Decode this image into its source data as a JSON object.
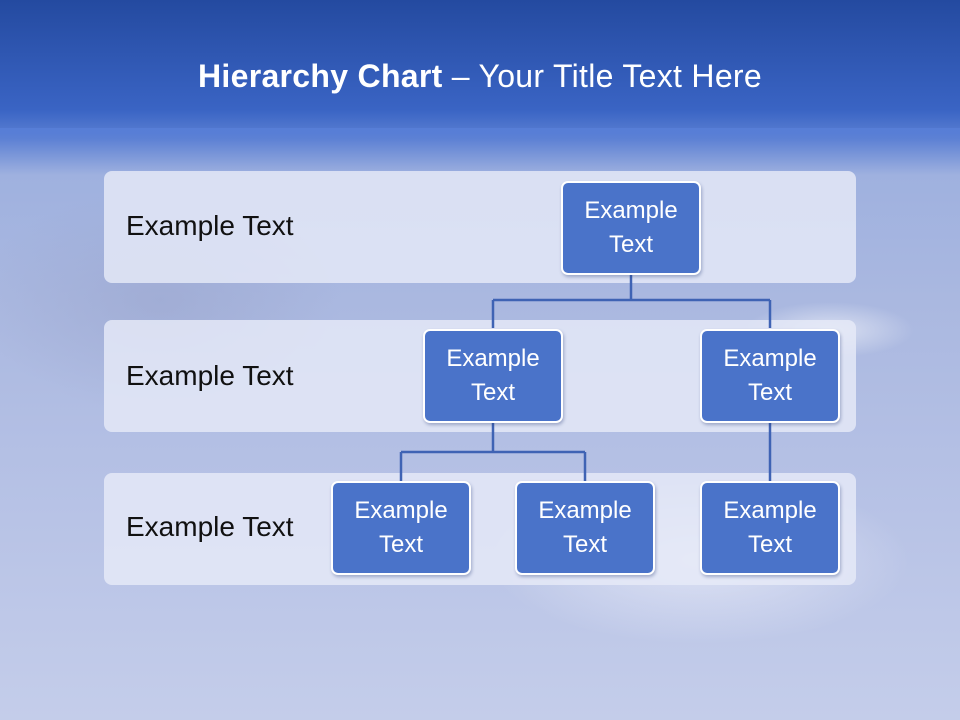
{
  "title": {
    "bold": "Hierarchy Chart",
    "rest": " – Your Title Text Here"
  },
  "bands": [
    {
      "label": "Example Text"
    },
    {
      "label": "Example Text"
    },
    {
      "label": "Example Text"
    }
  ],
  "nodes": {
    "root": {
      "line1": "Example",
      "line2": "Text"
    },
    "level2_left": {
      "line1": "Example",
      "line2": "Text"
    },
    "level2_right": {
      "line1": "Example",
      "line2": "Text"
    },
    "level3_1": {
      "line1": "Example",
      "line2": "Text"
    },
    "level3_2": {
      "line1": "Example",
      "line2": "Text"
    },
    "level3_3": {
      "line1": "Example",
      "line2": "Text"
    }
  },
  "colors": {
    "node_fill": "#4a73c9",
    "connector": "#3f63b4",
    "band": "#e6eaf8"
  }
}
